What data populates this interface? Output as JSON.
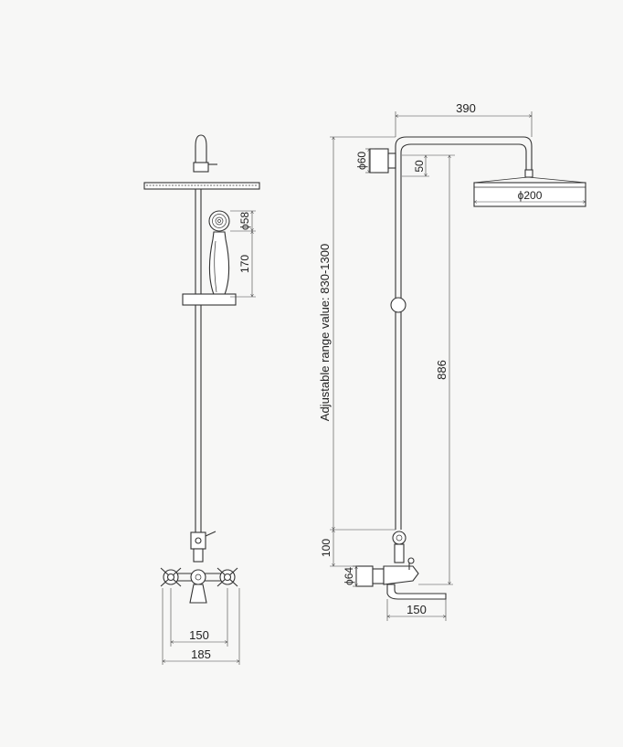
{
  "dimensions": {
    "spout_reach": "390",
    "arm_pipe_diameter": "ϕ60",
    "arm_drop": "50",
    "head_diameter": "ϕ200",
    "handset_diameter": "ϕ58",
    "handset_length": "170",
    "adjustable_range": "Adjustable range value:  830-1300",
    "riser_height": "886",
    "outlet_offset": "100",
    "valve_diameter": "ϕ64",
    "spout_projection": "150",
    "inlet_centres": "150",
    "valve_width": "185"
  }
}
